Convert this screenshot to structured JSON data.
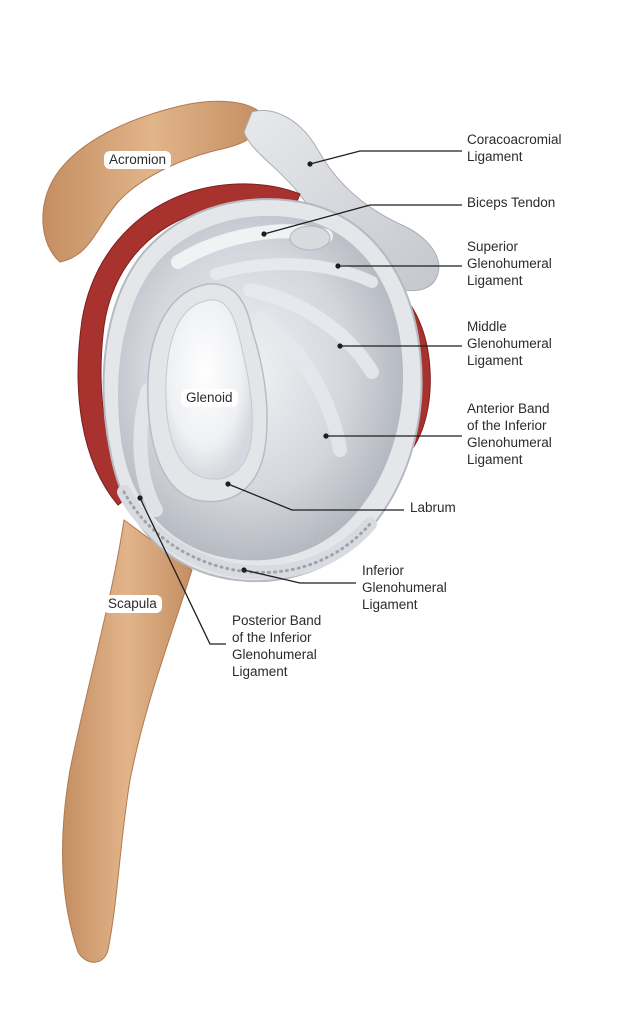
{
  "colors": {
    "bone": "#d7a679",
    "bone_shadow": "#b8825a",
    "muscle": "#a8322e",
    "capsule": "#c9ccd3",
    "cartilage": "#f2f3f6",
    "leader": "#1e1e1e"
  },
  "labels": {
    "acromion": "Acromion",
    "glenoid": "Glenoid",
    "scapula": "Scapula",
    "coracoacromial": [
      "Coracoacromial",
      "Ligament"
    ],
    "biceps": [
      "Biceps Tendon"
    ],
    "superior": [
      "Superior",
      "Glenohumeral",
      "Ligament"
    ],
    "middle": [
      "Middle",
      "Glenohumeral",
      "Ligament"
    ],
    "anterior_band": [
      "Anterior Band",
      "of the Inferior",
      "Glenohumeral",
      "Ligament"
    ],
    "labrum": [
      "Labrum"
    ],
    "inferior": [
      "Inferior",
      "Glenohumeral",
      "Ligament"
    ],
    "posterior_band": [
      "Posterior Band",
      "of the Inferior",
      "Glenohumeral",
      "Ligament"
    ]
  }
}
